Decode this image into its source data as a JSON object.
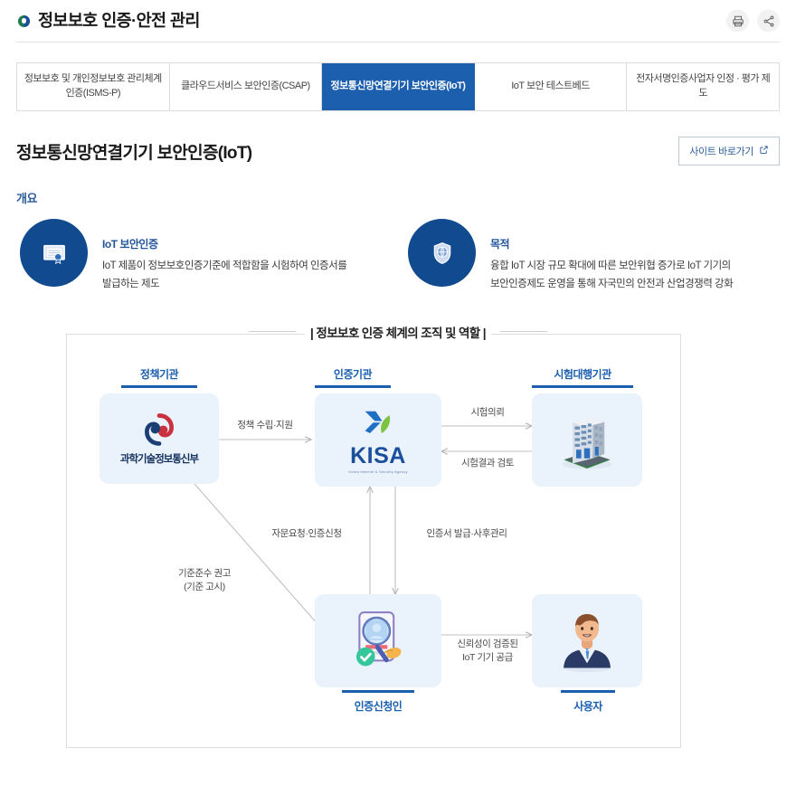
{
  "header": {
    "title": "정보보호 인증·안전 관리",
    "print_icon": "print-icon",
    "share_icon": "share-icon"
  },
  "tabs": [
    {
      "label": "정보보호 및 개인정보보호 관리체계\n인증(ISMS-P)",
      "active": false
    },
    {
      "label": "클라우드서비스 보안인증(CSAP)",
      "active": false
    },
    {
      "label": "정보통신망연결기기 보안인증(IoT)",
      "active": true
    },
    {
      "label": "IoT 보안 테스트베드",
      "active": false
    },
    {
      "label": "전자서명인증사업자 인정 · 평가 제도",
      "active": false
    }
  ],
  "page": {
    "title": "정보통신망연결기기 보안인증(IoT)",
    "site_link_label": "사이트 바로가기",
    "site_link_icon": "external-link-icon"
  },
  "overview": {
    "section_label": "개요",
    "items": [
      {
        "icon": "certificate-icon",
        "title": "IoT 보안인증",
        "desc_line1": "IoT 제품이 정보보호인증기준에 적합함을 시험하여 인증서를",
        "desc_line2": "발급하는 제도"
      },
      {
        "icon": "shield-globe-icon",
        "title": "목적",
        "desc_line1": "융합 IoT 시장 규모 확대에 따른 보안위협 증가로 IoT 기기의",
        "desc_line2": "보안인증제도 운영을 통해 자국민의 안전과 산업경쟁력 강화"
      }
    ]
  },
  "diagram": {
    "heading": "| 정보보호 인증 체계의 조직 및 역할 |",
    "heading_text": "정보보호 인증 체계의 조직 및 역할",
    "nodes": [
      {
        "id": "policy",
        "label": "정책기관",
        "caption": "과학기술정보통신부",
        "icon": "msit-taegeuk-logo"
      },
      {
        "id": "cert",
        "label": "인증기관",
        "caption": "KISA",
        "caption_sub": "Korea Internet & Security Agency",
        "icon": "kisa-logo"
      },
      {
        "id": "testlab",
        "label": "시험대행기관",
        "icon": "building-icon"
      },
      {
        "id": "applicant",
        "label": "인증신청인",
        "icon": "id-verification-icon"
      },
      {
        "id": "user",
        "label": "사용자",
        "icon": "person-avatar-icon"
      }
    ],
    "edges": [
      {
        "id": "policy-to-cert",
        "label": "정책 수립·지원"
      },
      {
        "id": "cert-to-testlab",
        "label": "시험의뢰"
      },
      {
        "id": "testlab-to-cert",
        "label": "시험결과 검토"
      },
      {
        "id": "applicant-to-cert",
        "label": "자문요청·인증신청"
      },
      {
        "id": "cert-to-applicant",
        "label": "인증서 발급·사후관리"
      },
      {
        "id": "policy-to-applicant",
        "label_line1": "기준준수 권고",
        "label_line2": "(기준 고시)"
      },
      {
        "id": "applicant-to-user",
        "label_line1": "신뢰성이 검증된",
        "label_line2": "IoT 기기 공급"
      }
    ]
  },
  "colors": {
    "accent_blue": "#1c5fae",
    "node_bg": "#eaf2fc",
    "link_blue": "#2b5c99",
    "circle_blue": "#114a8f"
  }
}
